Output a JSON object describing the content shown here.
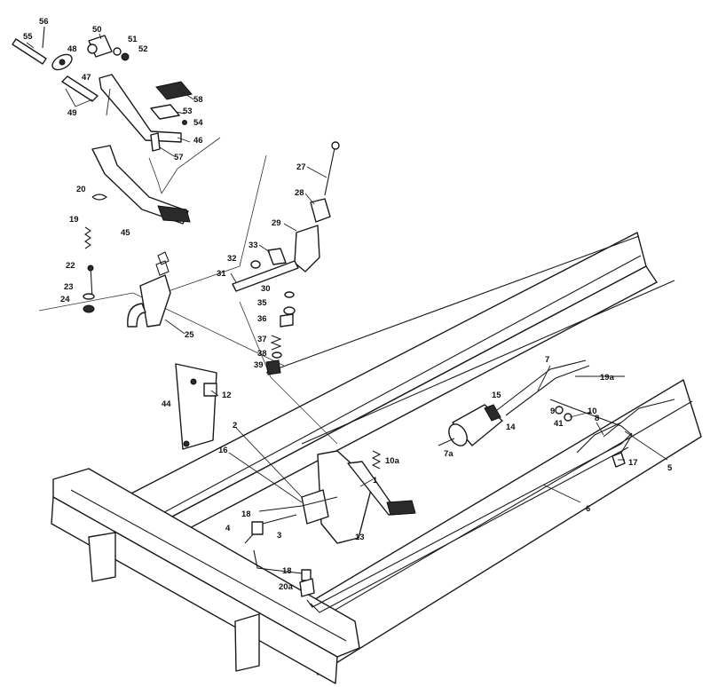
{
  "diagram": {
    "callouts": [
      {
        "id": "c56",
        "text": "56"
      },
      {
        "id": "c55",
        "text": "55"
      },
      {
        "id": "c50",
        "text": "50"
      },
      {
        "id": "c48",
        "text": "48"
      },
      {
        "id": "c51",
        "text": "51"
      },
      {
        "id": "c52",
        "text": "52"
      },
      {
        "id": "c47",
        "text": "47"
      },
      {
        "id": "c49",
        "text": "49"
      },
      {
        "id": "c58",
        "text": "58"
      },
      {
        "id": "c53",
        "text": "53"
      },
      {
        "id": "c54",
        "text": "54"
      },
      {
        "id": "c46",
        "text": "46"
      },
      {
        "id": "c57",
        "text": "57"
      },
      {
        "id": "c20",
        "text": "20"
      },
      {
        "id": "c19",
        "text": "19"
      },
      {
        "id": "c45",
        "text": "45"
      },
      {
        "id": "c22",
        "text": "22"
      },
      {
        "id": "c23",
        "text": "23"
      },
      {
        "id": "c24",
        "text": "24"
      },
      {
        "id": "c25",
        "text": "25"
      },
      {
        "id": "c27",
        "text": "27"
      },
      {
        "id": "c28",
        "text": "28"
      },
      {
        "id": "c29",
        "text": "29"
      },
      {
        "id": "c33",
        "text": "33"
      },
      {
        "id": "c32",
        "text": "32"
      },
      {
        "id": "c31",
        "text": "31"
      },
      {
        "id": "c30",
        "text": "30"
      },
      {
        "id": "c35",
        "text": "35"
      },
      {
        "id": "c36",
        "text": "36"
      },
      {
        "id": "c37",
        "text": "37"
      },
      {
        "id": "c38",
        "text": "38"
      },
      {
        "id": "c39",
        "text": "39"
      },
      {
        "id": "c44",
        "text": "44"
      },
      {
        "id": "c12",
        "text": "12"
      },
      {
        "id": "c2",
        "text": "2"
      },
      {
        "id": "c16",
        "text": "16"
      },
      {
        "id": "c10a",
        "text": "10a"
      },
      {
        "id": "c1",
        "text": "1"
      },
      {
        "id": "c18a",
        "text": "18"
      },
      {
        "id": "c3",
        "text": "3"
      },
      {
        "id": "c13",
        "text": "13"
      },
      {
        "id": "c4",
        "text": "4"
      },
      {
        "id": "c18b",
        "text": "18"
      },
      {
        "id": "c20a",
        "text": "20a"
      },
      {
        "id": "c7",
        "text": "7"
      },
      {
        "id": "c19a",
        "text": "19a"
      },
      {
        "id": "c15",
        "text": "15"
      },
      {
        "id": "c9",
        "text": "9"
      },
      {
        "id": "c10",
        "text": "10"
      },
      {
        "id": "c14",
        "text": "14"
      },
      {
        "id": "c41",
        "text": "41"
      },
      {
        "id": "c8",
        "text": "8"
      },
      {
        "id": "c7a",
        "text": "7a"
      },
      {
        "id": "c17",
        "text": "17"
      },
      {
        "id": "c5",
        "text": "5"
      },
      {
        "id": "c6",
        "text": "6"
      }
    ]
  }
}
